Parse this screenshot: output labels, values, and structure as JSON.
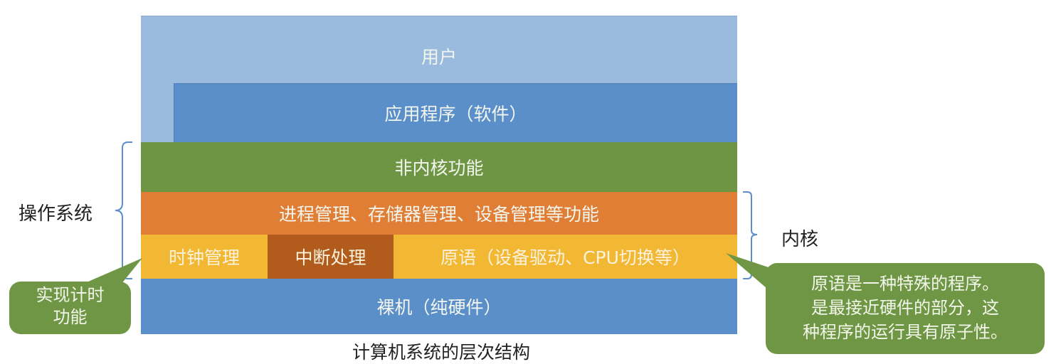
{
  "diagram": {
    "title": "计算机系统的层次结构",
    "layers": {
      "user": "用户",
      "application": "应用程序（软件）",
      "non_kernel": "非内核功能",
      "kernel_management": "进程管理、存储器管理、设备管理等功能",
      "clock": "时钟管理",
      "interrupt": "中断处理",
      "primitive": "原语（设备驱动、CPU切换等）",
      "bare_machine": "裸机（纯硬件）"
    },
    "brackets": {
      "os_label": "操作系统",
      "kernel_label": "内核"
    },
    "callouts": {
      "clock_note": [
        "实现计时",
        "功能"
      ],
      "primitive_note": [
        "原语是一种特殊的程序。",
        "是最接近硬件的部分，这",
        "种程序的运行具有原子性。"
      ]
    },
    "colors": {
      "user": "#9abbde",
      "application": "#5a8fca",
      "non_kernel": "#6e9543",
      "kernel_management": "#e07e35",
      "clock_primitive": "#f2b733",
      "interrupt": "#b15b1d",
      "bare_machine": "#5a8fca",
      "callout": "#6f9644",
      "bracket": "#5b8fca"
    }
  }
}
